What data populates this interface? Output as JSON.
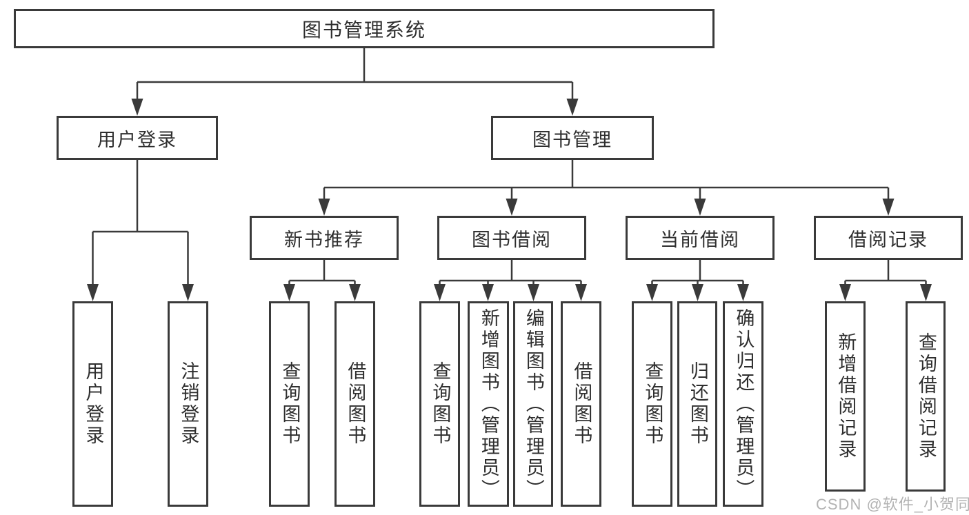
{
  "colors": {
    "line": "#3a3a3a",
    "text": "#2e2e2e",
    "watermark_gray": "#b3b3b3",
    "background": "#ffffff"
  },
  "watermark": {
    "text": "CSDN @软件_小贺同学"
  },
  "nodes": {
    "root": "图书管理系统",
    "level2": [
      "用户登录",
      "图书管理"
    ],
    "level3": [
      "新书推荐",
      "图书借阅",
      "当前借阅",
      "借阅记录"
    ],
    "level4": [
      "用户登录",
      "注销登录",
      "查询图书",
      "借阅图书",
      "查询图书",
      "新增图书（管理员）",
      "编辑图书（管理员）",
      "借阅图书",
      "查询图书",
      "归还图书",
      "确认归还（管理员）",
      "新增借阅记录",
      "查询借阅记录"
    ]
  },
  "hierarchy": {
    "图书管理系统": [
      "用户登录",
      "图书管理"
    ],
    "用户登录": [
      "用户登录",
      "注销登录"
    ],
    "图书管理": [
      "新书推荐",
      "图书借阅",
      "当前借阅",
      "借阅记录"
    ],
    "新书推荐": [
      "查询图书",
      "借阅图书"
    ],
    "图书借阅": [
      "查询图书",
      "新增图书（管理员）",
      "编辑图书（管理员）",
      "借阅图书"
    ],
    "当前借阅": [
      "查询图书",
      "归还图书",
      "确认归还（管理员）"
    ],
    "借阅记录": [
      "新增借阅记录",
      "查询借阅记录"
    ]
  }
}
